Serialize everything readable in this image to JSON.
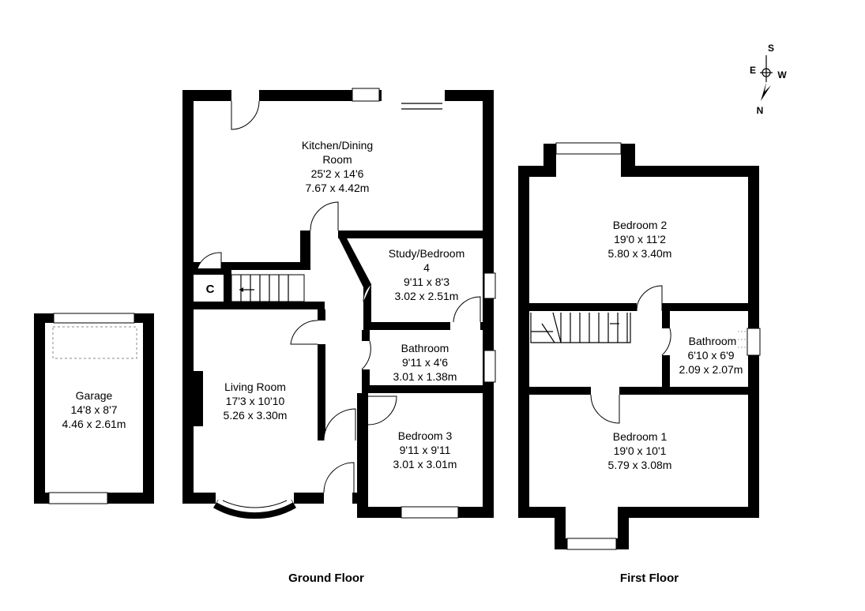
{
  "compass": {
    "north": "N",
    "south": "S",
    "east": "E",
    "west": "W"
  },
  "garage": {
    "name": "Garage",
    "imperial": "14'8 x 8'7",
    "metric": "4.46 x 2.61m"
  },
  "ground_floor": {
    "label": "Ground Floor",
    "kitchen": {
      "name_line1": "Kitchen/Dining",
      "name_line2": "Room",
      "imperial": "25'2 x 14'6",
      "metric": "7.67 x 4.42m"
    },
    "study": {
      "name_line1": "Study/Bedroom",
      "name_line2": "4",
      "imperial": "9'11 x 8'3",
      "metric": "3.02 x 2.51m"
    },
    "cupboard": {
      "name": "C"
    },
    "bathroom": {
      "name": "Bathroom",
      "imperial": "9'11 x 4'6",
      "metric": "3.01 x 1.38m"
    },
    "living": {
      "name": "Living Room",
      "imperial": "17'3 x 10'10",
      "metric": "5.26 x 3.30m"
    },
    "bedroom3": {
      "name": "Bedroom 3",
      "imperial": "9'11 x 9'11",
      "metric": "3.01 x 3.01m"
    }
  },
  "first_floor": {
    "label": "First Floor",
    "bedroom2": {
      "name": "Bedroom 2",
      "imperial": "19'0 x 11'2",
      "metric": "5.80 x 3.40m"
    },
    "bathroom": {
      "name": "Bathroom",
      "imperial": "6'10 x 6'9",
      "metric": "2.09 x 2.07m"
    },
    "bedroom1": {
      "name": "Bedroom 1",
      "imperial": "19'0 x 10'1",
      "metric": "5.79 x 3.08m"
    }
  }
}
